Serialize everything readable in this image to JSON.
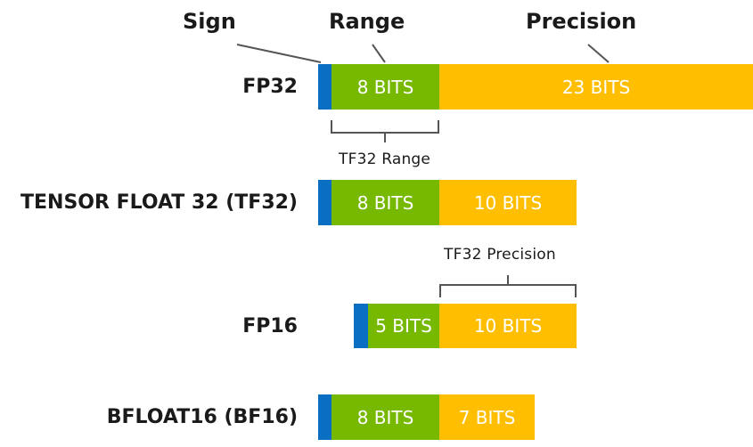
{
  "headers": {
    "sign": "Sign",
    "range": "Range",
    "precision": "Precision"
  },
  "formats": [
    {
      "name": "FP32",
      "range_label": "8 BITS",
      "precision_label": "23 BITS"
    },
    {
      "name": "TENSOR FLOAT 32 (TF32)",
      "range_label": "8 BITS",
      "precision_label": "10 BITS"
    },
    {
      "name": "FP16",
      "range_label": "5 BITS",
      "precision_label": "10 BITS"
    },
    {
      "name": "BFLOAT16 (BF16)",
      "range_label": "8 BITS",
      "precision_label": "7 BITS"
    }
  ],
  "annotations": {
    "tf32_range": "TF32 Range",
    "tf32_precision": "TF32 Precision"
  },
  "colors": {
    "sign": "#0a6fc2",
    "range": "#76b900",
    "precision": "#ffbf00"
  }
}
